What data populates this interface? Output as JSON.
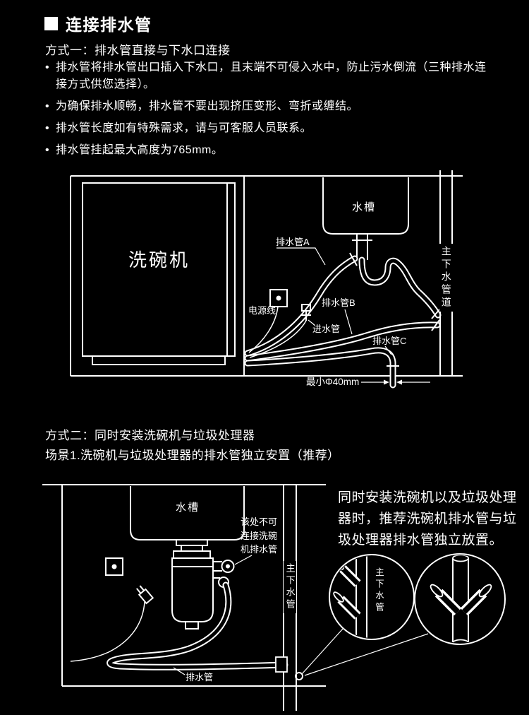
{
  "colors": {
    "background": "#000000",
    "foreground": "#ffffff"
  },
  "header": {
    "title": "连接排水管"
  },
  "method1": {
    "heading": "方式一：排水管直接与下水口连接",
    "bullet_char": "•",
    "bullets": [
      "排水管将排水管出口插入下水口，且末端不可侵入水中，防止污水倒流（三种排水连接方式供您选择）。",
      "为确保排水顺畅，排水管不要出现挤压变形、弯折或缠结。",
      "排水管长度如有特殊需求，请与可客服人员联系。",
      "排水管挂起最大高度为765mm。"
    ],
    "diagram": {
      "dishwasher_label": "洗碗机",
      "sink_label": "水槽",
      "drain_a_label": "排水管A",
      "drain_b_label": "排水管B",
      "drain_c_label": "排水管C",
      "power_cord_label": "电源线",
      "inlet_label": "进水管",
      "main_drain_label": "主下水管道",
      "min_diameter_label": "最小Φ40mm"
    }
  },
  "method2": {
    "heading": "方式二：同时安装洗碗机与垃圾处理器",
    "scenario": "场景1.洗碗机与垃圾处理器的排水管独立安置（推荐）",
    "note": "同时安装洗碗机以及垃圾处理器时，推荐洗碗机排水管与垃圾处理器排水管独立放置。",
    "diagram": {
      "sink_label": "水槽",
      "warning_label": "该处不可\n连接洗碗\n机排水管",
      "main_drain_label": "主下水管",
      "drain_label": "排水管",
      "zoom_main_drain_label": "主下水管"
    }
  }
}
